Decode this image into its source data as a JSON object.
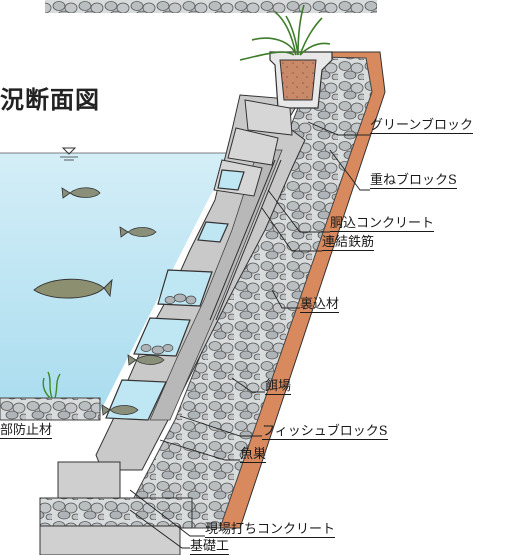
{
  "diagram": {
    "title": "況断面図",
    "labels": {
      "green_block": "グリーンブロック",
      "stack_block": "重ねブロックS",
      "fill_concrete": "胴込コンクリート",
      "rebar": "連結鉄筋",
      "backfill": "裏込材",
      "feeding_ground": "餌場",
      "fish_block": "フィッシュブロックS",
      "fish_nest": "魚巣",
      "cast_concrete": "現場打ちコンクリート",
      "foundation": "基礎工",
      "scour_material": "部防止材"
    }
  },
  "colors": {
    "water": "#bfe6f3",
    "soil": "#d8895e",
    "concrete": "#c9c9c9",
    "stone": "#aeb4b8"
  }
}
